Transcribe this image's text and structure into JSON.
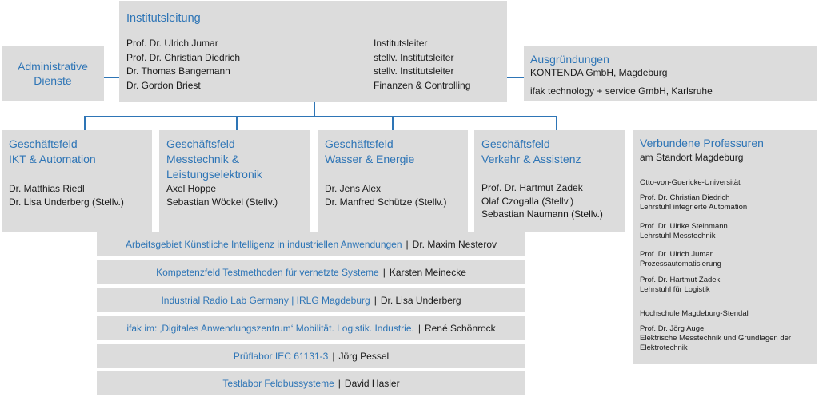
{
  "lead": {
    "title": "Institutsleitung",
    "members": [
      {
        "name": "Prof. Dr. Ulrich Jumar",
        "role": "Institutsleiter"
      },
      {
        "name": "Prof. Dr. Christian Diedrich",
        "role": "stellv. Institutsleiter"
      },
      {
        "name": "Dr. Thomas Bangemann",
        "role": "stellv. Institutsleiter"
      },
      {
        "name": "Dr. Gordon Briest",
        "role": "Finanzen & Controlling"
      }
    ]
  },
  "admin": {
    "line1": "Administrative",
    "line2": "Dienste"
  },
  "spinoffs": {
    "title": "Ausgründungen",
    "items": [
      "KONTENDA GmbH, Magdeburg",
      "ifak technology + service GmbH, Karlsruhe"
    ]
  },
  "fields": [
    {
      "title1": "Geschäftsfeld",
      "title2": "IKT & Automation",
      "title3": "",
      "people": [
        "Dr. Matthias Riedl",
        "Dr. Lisa Underberg (Stellv.)"
      ]
    },
    {
      "title1": "Geschäftsfeld",
      "title2": "Messtechnik &",
      "title3": "Leistungselektronik",
      "people": [
        "Axel Hoppe",
        "Sebastian Wöckel (Stellv.)"
      ]
    },
    {
      "title1": "Geschäftsfeld",
      "title2": "Wasser & Energie",
      "title3": "",
      "people": [
        "Dr. Jens Alex",
        "Dr. Manfred Schütze (Stellv.)"
      ]
    },
    {
      "title1": "Geschäftsfeld",
      "title2": "Verkehr & Assistenz",
      "title3": "",
      "people": [
        "Prof. Dr. Hartmut Zadek",
        "Olaf Czogalla (Stellv.)",
        "Sebastian Naumann (Stellv.)"
      ]
    }
  ],
  "professorships": {
    "title": "Verbundene Professuren",
    "subtitle": "am Standort Magdeburg",
    "uni1": "Otto-von-Guericke-Universität",
    "entries1": [
      {
        "name": "Prof. Dr. Christian Diedrich",
        "chair": "Lehrstuhl integrierte Automation"
      },
      {
        "name": "Prof. Dr. Ulrike Steinmann",
        "chair": "Lehrstuhl Messtechnik"
      },
      {
        "name": "Prof. Dr. Ulrich Jumar",
        "chair": "Prozessautomatisierung"
      },
      {
        "name": "Prof. Dr. Hartmut Zadek",
        "chair": "Lehrstuhl für Logistik"
      }
    ],
    "uni2": "Hochschule Magdeburg-Stendal",
    "entries2": [
      {
        "name": "Prof. Dr. Jörg Auge",
        "chair": "Elektrische Messtechnik und Grundlagen der Elektrotechnik"
      }
    ]
  },
  "units": [
    {
      "name": "Arbeitsgebiet Künstliche Intelligenz in industriellen Anwendungen",
      "sep": "|",
      "person": "Dr. Maxim Nesterov"
    },
    {
      "name": "Kompetenzfeld Testmethoden für vernetzte Systeme",
      "sep": "|",
      "person": "Karsten Meinecke"
    },
    {
      "name": "Industrial Radio Lab Germany | IRLG Magdeburg",
      "sep": "|",
      "person": "Dr. Lisa Underberg"
    },
    {
      "name": "ifak im: ‚Digitales Anwendungszentrum‘ Mobilität. Logistik. Industrie.",
      "sep": "|",
      "person": "René Schönrock"
    },
    {
      "name": "Prüflabor IEC 61131-3",
      "sep": "|",
      "person": "Jörg Pessel"
    },
    {
      "name": "Testlabor Feldbussysteme",
      "sep": "|",
      "person": "David Hasler"
    }
  ],
  "colors": {
    "accent": "#2e75b6",
    "box": "#dcdcdc"
  }
}
